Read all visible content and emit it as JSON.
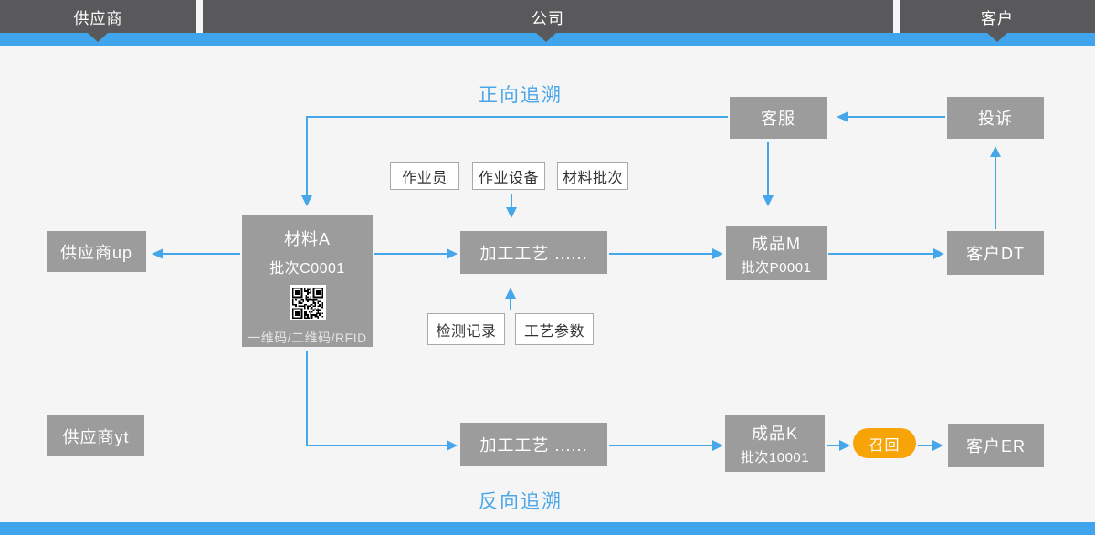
{
  "header": {
    "segments": [
      {
        "id": "supplier",
        "label": "供应商"
      },
      {
        "id": "company",
        "label": "公司"
      },
      {
        "id": "customer",
        "label": "客户"
      }
    ]
  },
  "titles": {
    "forward": "正向追溯",
    "backward": "反向追溯"
  },
  "nodes": {
    "customer_service": {
      "label": "客服"
    },
    "complaint": {
      "label": "投诉"
    },
    "operator": {
      "label": "作业员"
    },
    "work_equipment": {
      "label": "作业设备"
    },
    "material_batch": {
      "label": "材料批次"
    },
    "supplier_up": {
      "label": "供应商up"
    },
    "material_a": {
      "title": "材料A",
      "batch": "批次C0001",
      "code_label": "一维码/二维码/RFID"
    },
    "process_top": {
      "label": "加工工艺  ......"
    },
    "product_m": {
      "title": "成品M",
      "batch": "批次P0001"
    },
    "customer_dt": {
      "label": "客户DT"
    },
    "inspection_record": {
      "label": "检测记录"
    },
    "process_params": {
      "label": "工艺参数"
    },
    "supplier_yt": {
      "label": "供应商yt"
    },
    "process_bottom": {
      "label": "加工工艺  ......"
    },
    "product_k": {
      "title": "成品K",
      "batch": "批次10001"
    },
    "recall": {
      "label": "召回"
    },
    "customer_er": {
      "label": "客户ER"
    }
  },
  "colors": {
    "accent_blue": "#40a5ec",
    "title_blue": "#4aa6e8",
    "bar_dark": "#59595b",
    "node_gray": "#9c9c9c",
    "recall_orange": "#f7a408"
  }
}
